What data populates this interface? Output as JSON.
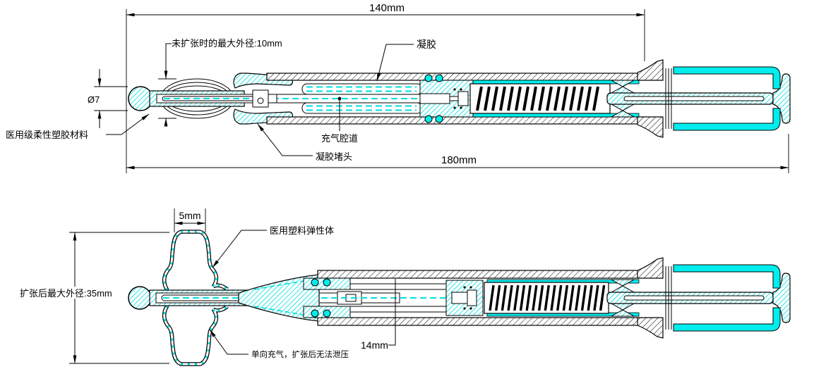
{
  "top_view": {
    "length_label": "140mm",
    "overall_label": "180mm",
    "ball_dia": "Ø7",
    "max_od": "未扩张时的最大外径:10mm",
    "gel": "凝胶",
    "material": "医用级柔性塑胶材料",
    "channel": "充气腔道",
    "gel_plug": "凝胶堵头"
  },
  "bottom_view": {
    "neck": "5mm",
    "elastomer": "医用塑料弹性体",
    "expanded_od": "扩张后最大外径:35mm",
    "one_way": "单向充气，扩张后无法泄压",
    "depth": "14mm"
  },
  "colors": {
    "line": "#000000",
    "cyan_hatch": "#00dede",
    "cyan_solid": "#00eded"
  }
}
